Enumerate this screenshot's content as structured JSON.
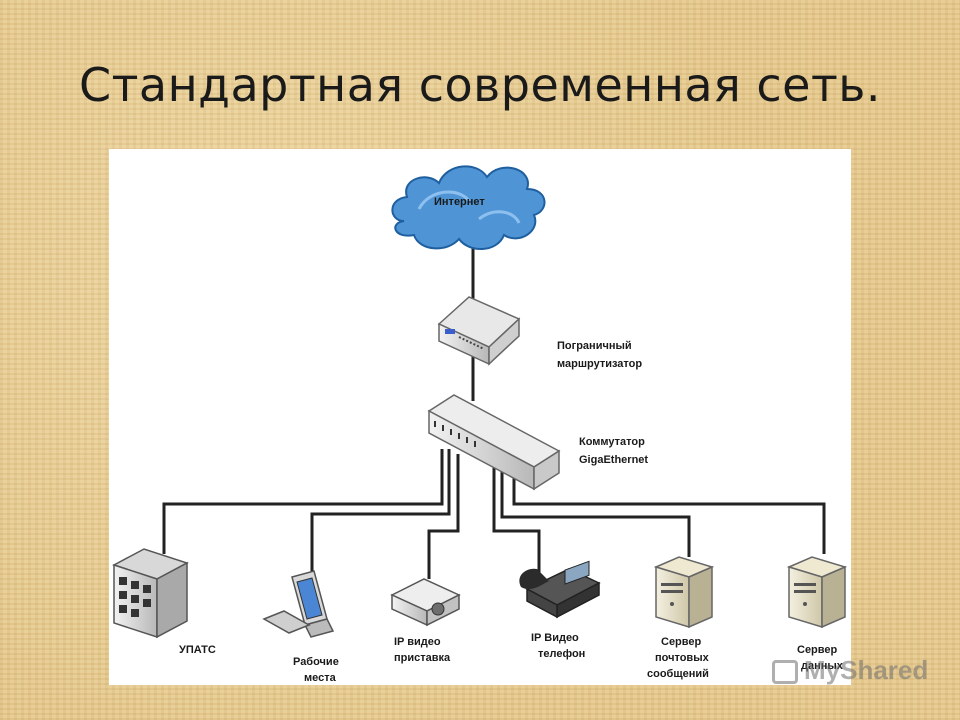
{
  "title": "Стандартная современная сеть.",
  "nodes": {
    "internet": "Интернет",
    "router": [
      "Пограничный",
      "маршрутизатор"
    ],
    "switch": [
      "Коммутатор",
      "GigaEthernet"
    ],
    "pbx": "УПАТС",
    "workstations": [
      "Рабочие",
      "места"
    ],
    "ip_video_box": [
      "IP видео",
      "приставка"
    ],
    "ip_video_phone": [
      "IP Видео",
      "телефон"
    ],
    "mail_server": [
      "Сервер",
      "почтовых",
      "сообщений"
    ],
    "data_server": [
      "Сервер",
      "данных"
    ]
  },
  "watermark": "MyShared",
  "colors": {
    "cloud": "#4f95d6",
    "lines": "#222222",
    "background": "#e6c98c"
  }
}
